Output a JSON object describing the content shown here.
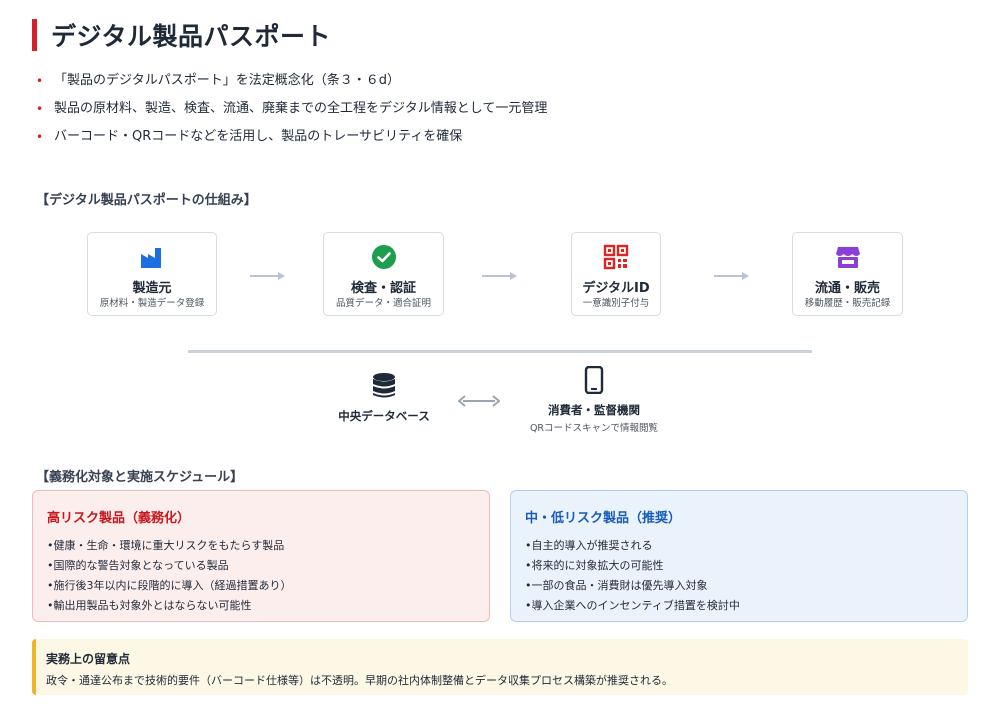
{
  "header": {
    "title": "デジタル製品パスポート"
  },
  "bullets": [
    "「製品のデジタルパスポート」を法定概念化（条３・６d）",
    "製品の原材料、製造、検査、流通、廃棄までの全工程をデジタル情報として一元管理",
    "バーコード・QRコードなどを活用し、製品のトレーサビリティを確保"
  ],
  "bullet_marker": "•",
  "mechanism": {
    "label": "【デジタル製品パスポートの仕組み】",
    "steps": [
      {
        "name": "製造元",
        "sub": "原材料・製造データ登録",
        "icon": "factory-icon",
        "color": "#1d6fe0"
      },
      {
        "name": "検査・認証",
        "sub": "品質データ・適合証明",
        "icon": "check-circle-icon",
        "color": "#1e9e4f"
      },
      {
        "name": "デジタルID",
        "sub": "一意識別子付与",
        "icon": "qr-code-icon",
        "color": "#e02424"
      },
      {
        "name": "流通・販売",
        "sub": "移動履歴・販売記録",
        "icon": "store-icon",
        "color": "#8b3fd9"
      }
    ],
    "database": {
      "name": "中央データベース",
      "icon": "database-icon"
    },
    "consumer": {
      "name": "消費者・監督機関",
      "sub": "QRコードスキャンで情報閲覧",
      "icon": "smartphone-icon"
    }
  },
  "schedule": {
    "label": "【義務化対象と実施スケジュール】",
    "high": {
      "title": "高リスク製品（義務化）",
      "items": [
        "•健康・生命・環境に重大リスクをもたらす製品",
        "•国際的な警告対象となっている製品",
        "•施行後3年以内に段階的に導入（経過措置あり）",
        "•輸出用製品も対象外とはならない可能性"
      ]
    },
    "mid": {
      "title": "中・低リスク製品（推奨）",
      "items": [
        "•自主的導入が推奨される",
        "•将来的に対象拡大の可能性",
        "•一部の食品・消費財は優先導入対象",
        "•導入企業へのインセンティブ措置を検討中"
      ]
    }
  },
  "note": {
    "title": "実務上の留意点",
    "text": "政令・通達公布まで技術的要件（バーコード仕様等）は不透明。早期の社内体制整備とデータ収集プロセス構築が推奨される。"
  },
  "colors": {
    "accent_red": "#d61f26",
    "accent_blue": "#1a5bb8",
    "note_border": "#f0b429"
  }
}
